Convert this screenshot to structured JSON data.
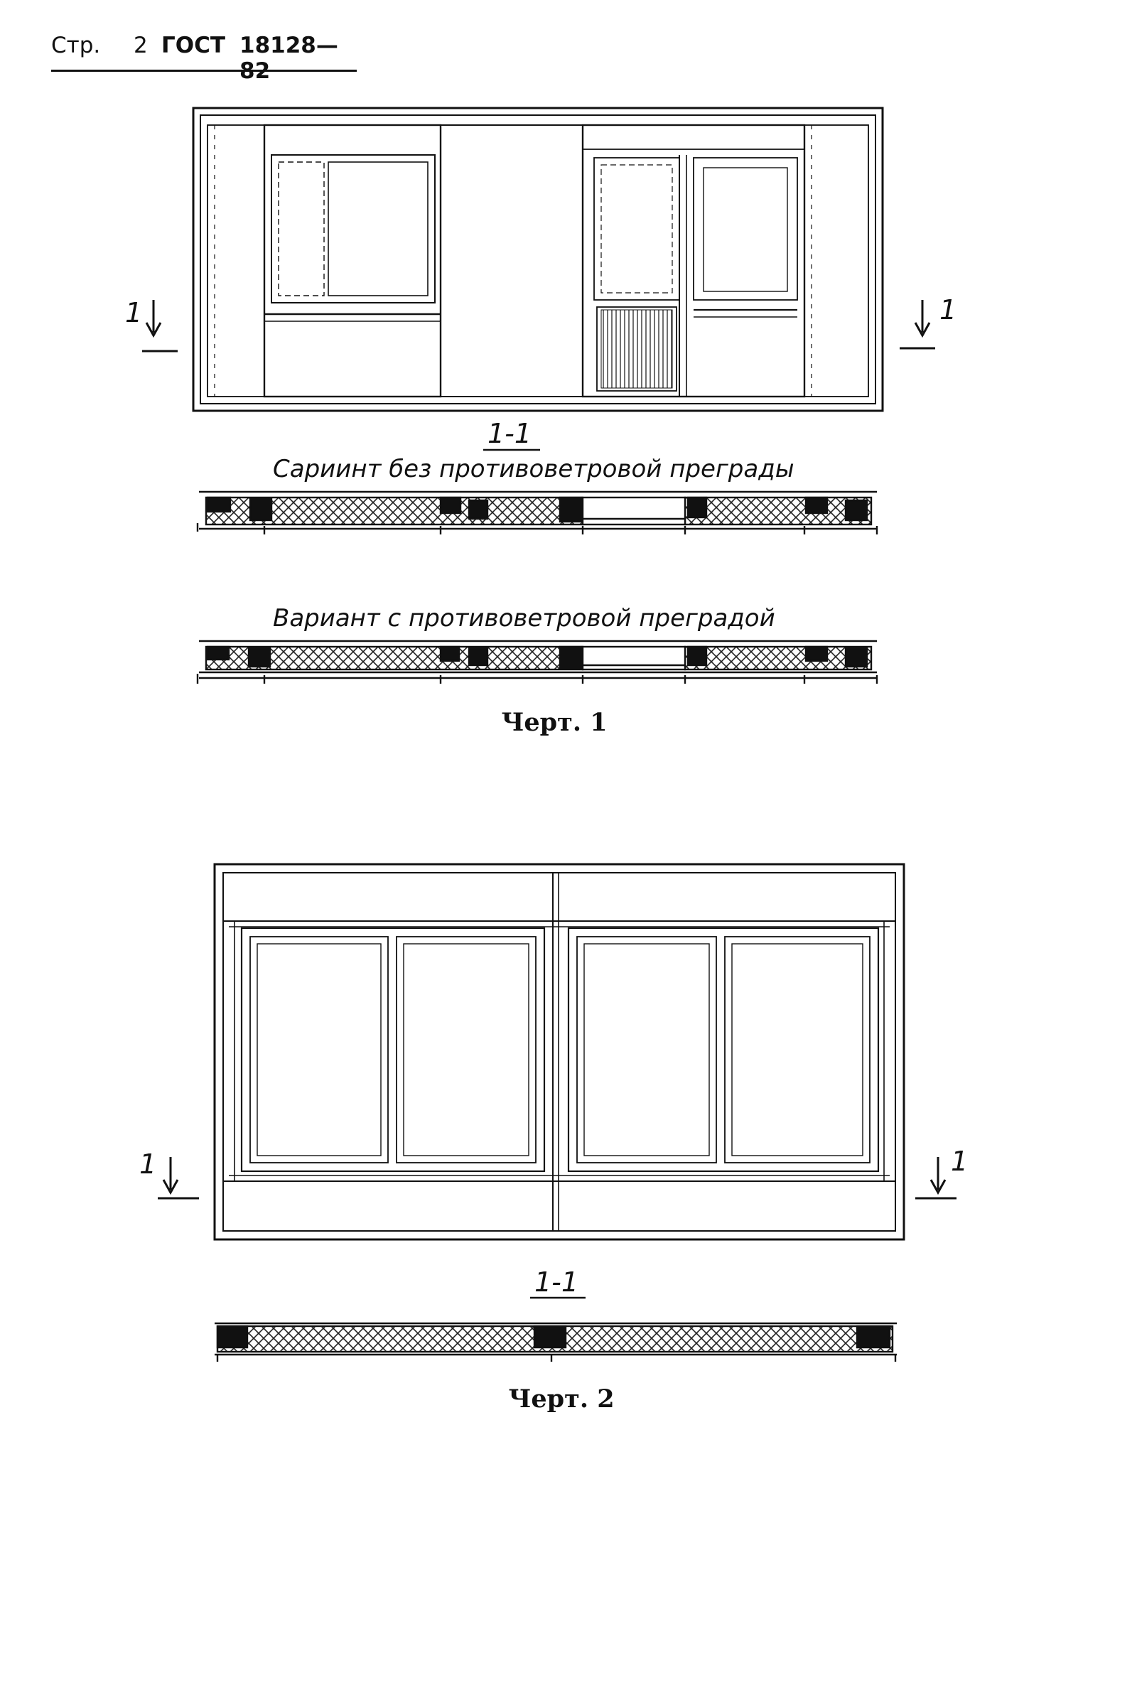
{
  "header": {
    "page_label": "Стр.",
    "page_number": "2",
    "standard": "ГОСТ",
    "standard_number": "18128—82"
  },
  "figure1": {
    "cut_mark_left": "1",
    "cut_mark_right": "1",
    "section_label": "1-1",
    "variant_without": "Cариинт без противоветровой преграды",
    "variant_with": "Вариант с противоветровой преградой",
    "caption": "Черт. 1"
  },
  "figure2": {
    "cut_mark_left": "1",
    "cut_mark_right": "1",
    "section_label": "1-1",
    "caption": "Черт. 2"
  }
}
